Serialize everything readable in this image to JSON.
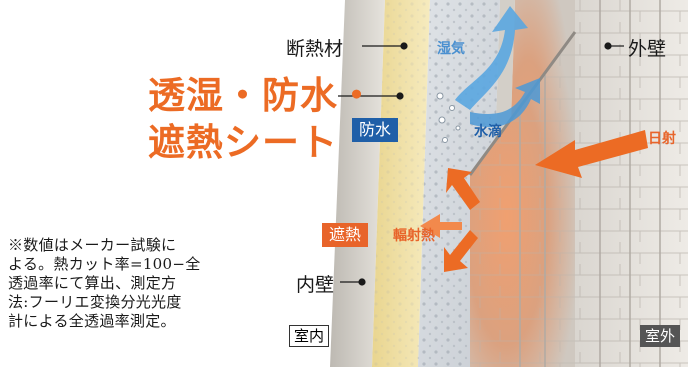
{
  "labels": {
    "insulation": "断熱材",
    "exterior_wall": "外壁",
    "interior_wall": "内壁",
    "indoor": "室内",
    "outdoor": "室外"
  },
  "title": {
    "line1": "透湿・防水・",
    "line2": "遮熱シート"
  },
  "badges": {
    "waterproof": "防水",
    "heat_shield": "遮熱"
  },
  "flows": {
    "moisture": "湿気",
    "water_drop": "水滴",
    "sunlight": "日射",
    "radiant_heat": "輻射熱"
  },
  "note_lines": [
    "※数値はメーカー試験に",
    "よる。熱カット率=100−全",
    "透過率にて算出、測定方",
    "法:フーリエ変換分光光度",
    "計による全透過率測定。"
  ],
  "colors": {
    "title_orange": "#ec6b24",
    "waterproof_blue": "#1f5fa8",
    "heat_orange": "#e8642a",
    "moisture_blue": "#5aa6e0"
  }
}
